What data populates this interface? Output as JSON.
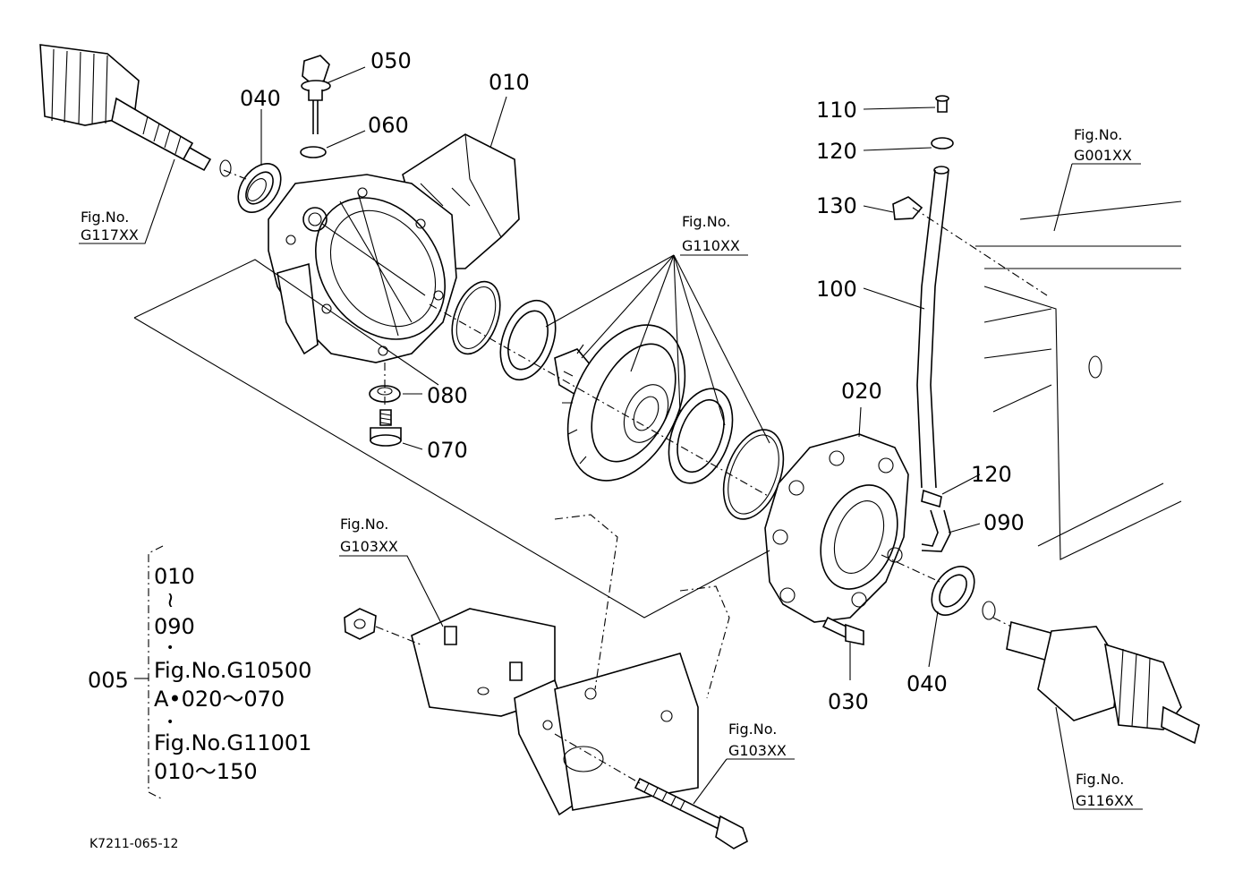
{
  "parts": {
    "p010": "010",
    "p020": "020",
    "p030": "030",
    "p040_left": "040",
    "p040_right": "040",
    "p050": "050",
    "p060": "060",
    "p070": "070",
    "p080": "080",
    "p090": "090",
    "p100": "100",
    "p110": "110",
    "p120_top": "120",
    "p120_bottom": "120",
    "p130": "130"
  },
  "figure_refs": {
    "g117": {
      "line1": "Fig.No.",
      "line2": "G117XX"
    },
    "g110": {
      "line1": "Fig.No.",
      "line2": "G110XX"
    },
    "g001": {
      "line1": "Fig.No.",
      "line2": "G001XX"
    },
    "g103_top": {
      "line1": "Fig.No.",
      "line2": "G103XX"
    },
    "g103_bottom": {
      "line1": "Fig.No.",
      "line2": "G103XX"
    },
    "g116": {
      "line1": "Fig.No.",
      "line2": "G116XX"
    }
  },
  "assembly_note": {
    "code": "005",
    "line1": "010",
    "line2": "≀",
    "line3": "090",
    "dot1": "•",
    "line4": "Fig.No.G10500",
    "line5": "A•020～070",
    "dot2": "•",
    "line6": "Fig.No.G11001",
    "line7": "010～150"
  },
  "drawing_id": "K7211-065-12"
}
